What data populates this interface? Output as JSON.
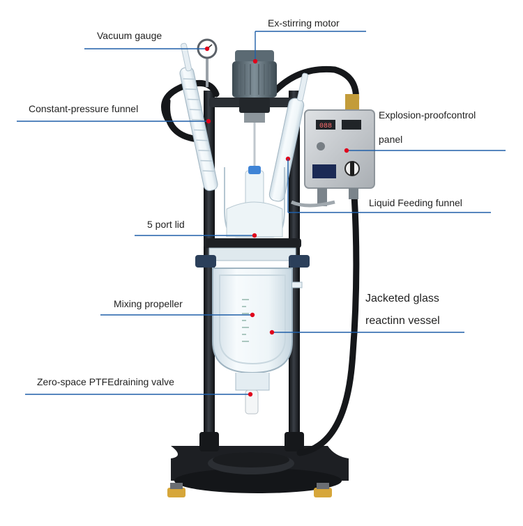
{
  "labels": {
    "vacuum_gauge": "Vacuum gauge",
    "stirring_motor": "Ex-stirring motor",
    "funnel_constant": "Constant-pressure funnel",
    "control_panel_line1": "Explosion-proofcontrol",
    "control_panel_line2": "panel",
    "feeding_funnel": "Liquid Feeding funnel",
    "port_lid": "5 port lid",
    "mixing_propeller": "Mixing propeller",
    "vessel_line1": "Jacketed glass",
    "vessel_line2": "reactinn vessel",
    "drain_valve": "Zero-space PTFEdraining valve"
  },
  "panel_display": {
    "reading": "088"
  },
  "colors": {
    "leader_line": "#1f5fa8",
    "marker_dot": "#e0001b",
    "frame": "#1c1f24",
    "glass": "#e8f1f6",
    "panel": "#c9ccd0"
  }
}
